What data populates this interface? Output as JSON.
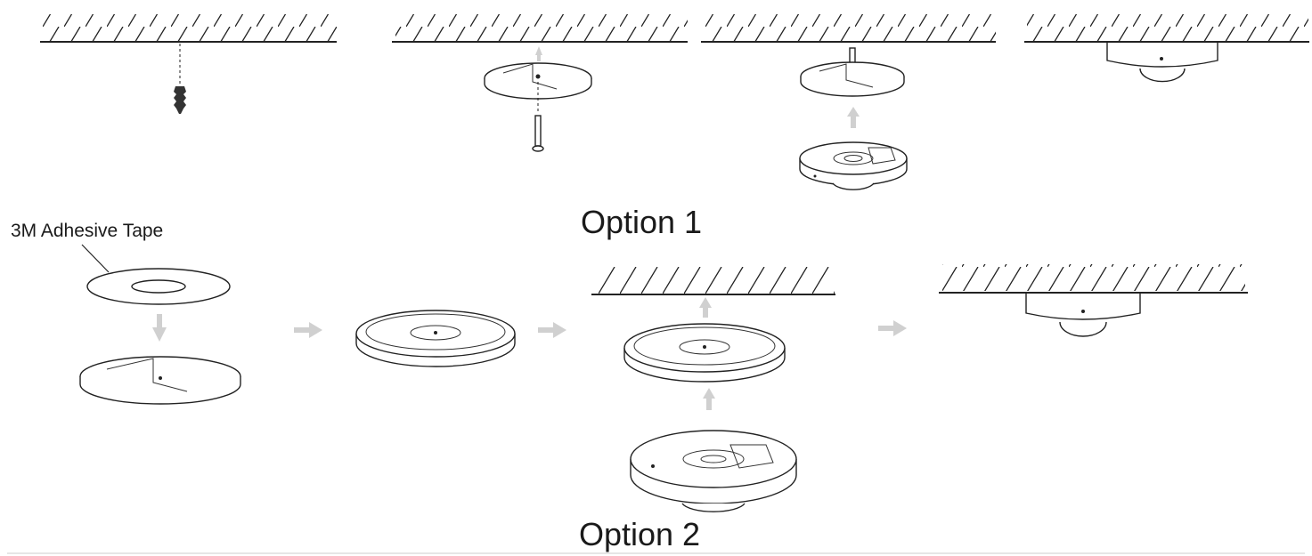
{
  "labels": {
    "option1": "Option 1",
    "option2": "Option 2",
    "tape": "3M Adhesive Tape"
  },
  "colors": {
    "line": "#222222",
    "arrow": "#d0d0d0",
    "background": "#ffffff"
  },
  "icons": [
    "ceiling-hatch",
    "wall-anchor",
    "screw",
    "mount-plate",
    "camera-base",
    "dome-camera",
    "adhesive-tape",
    "step-arrow"
  ]
}
